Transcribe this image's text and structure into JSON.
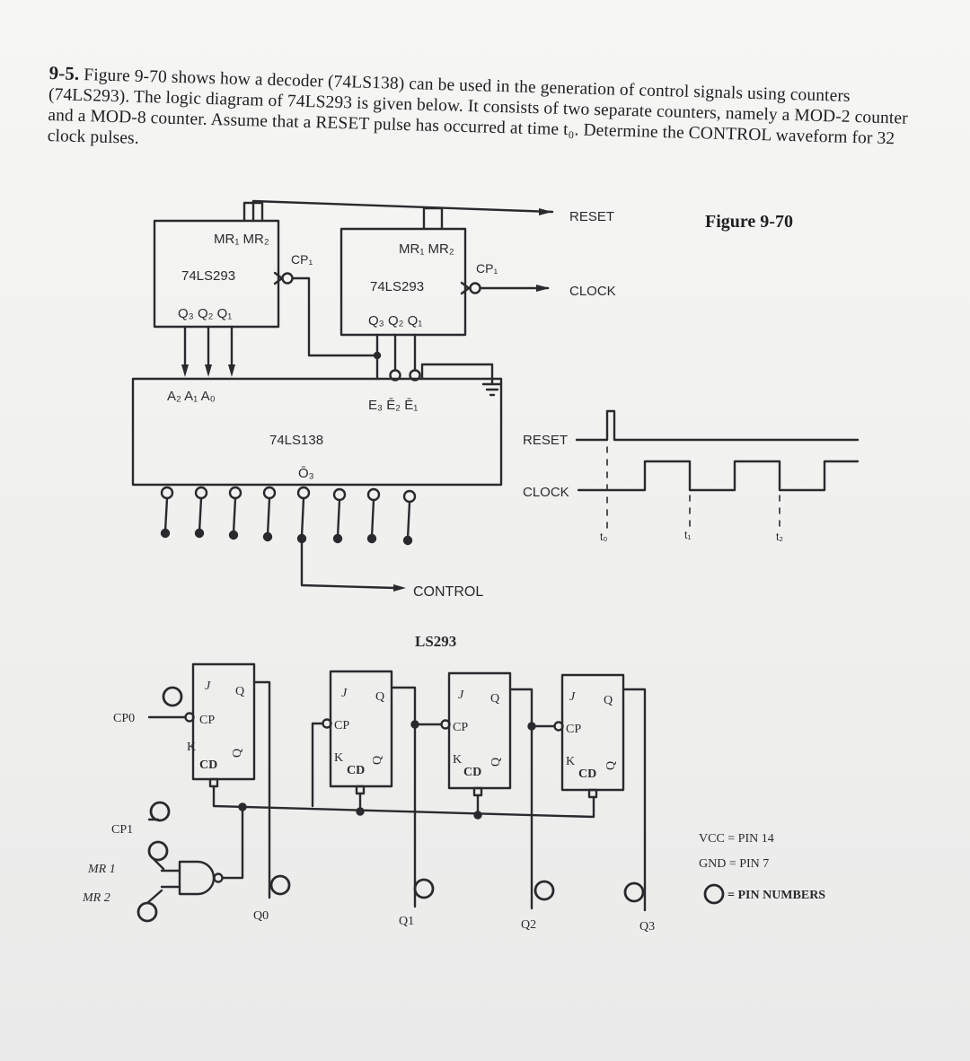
{
  "problem": {
    "number": "9-5.",
    "text": "Figure 9-70 shows how a decoder (74LS138) can be used in the generation of control signals using counters (74LS293). The logic diagram of 74LS293 is given below. It consists of two separate counters, namely a MOD-2 counter and a MOD-8 counter. Assume that a RESET pulse has occurred at time t₀. Determine the CONTROL waveform for 32 clock pulses."
  },
  "figure_caption": "Figure 9-70",
  "circuit": {
    "counter_left": {
      "reset_inputs": "MR₁ MR₂",
      "clock_input": "CP₁",
      "part": "74LS293",
      "outputs": "Q₃ Q₂ Q₁"
    },
    "counter_right": {
      "reset_inputs": "MR₁ MR₂",
      "clock_input": "CP₁",
      "part": "74LS293",
      "outputs": "Q₃ Q₂ Q₁"
    },
    "decoder": {
      "select_inputs": "A₂ A₁ A₀",
      "enable_inputs": "E₃ Ē₂ Ē₁",
      "part": "74LS138",
      "output_label": "Ō₃"
    },
    "reset_label": "RESET",
    "clock_label": "CLOCK",
    "control_label": "CONTROL"
  },
  "timing": {
    "reset_label": "RESET",
    "clock_label": "CLOCK",
    "t0": "t₀",
    "t1": "t₁",
    "t2": "t₂"
  },
  "ls293": {
    "title": "LS293",
    "ff_j": "J",
    "ff_k": "K",
    "ff_q": "Q",
    "ff_qbar": "Q",
    "ff_cp": "CP",
    "ff_cd": "CD",
    "cp0": "CP0",
    "cp1": "CP1",
    "mr1": "MR 1",
    "mr2": "MR 2",
    "q0": "Q0",
    "q1": "Q1",
    "q2": "Q2",
    "q3": "Q3",
    "vcc": "VCC = PIN 14",
    "gnd": "GND = PIN 7",
    "pin_legend": "= PIN NUMBERS"
  }
}
